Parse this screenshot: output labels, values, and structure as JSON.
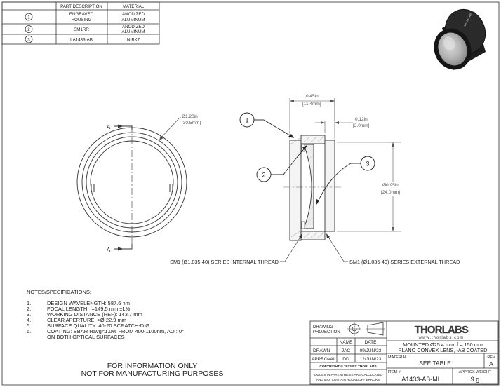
{
  "parts_table": {
    "headers": [
      "PART DESCRIPTION",
      "MATERIAL"
    ],
    "rows": [
      {
        "item": "1",
        "description": [
          "ENGRAVED",
          "HOUSING"
        ],
        "material": [
          "ANODIZED",
          "ALUMINUM"
        ]
      },
      {
        "item": "2",
        "description": [
          "SM1RR"
        ],
        "material": [
          "ANODIZED",
          "ALUMINUM"
        ]
      },
      {
        "item": "3",
        "description": [
          "LA1433-AB"
        ],
        "material": [
          "N-BK7"
        ]
      }
    ]
  },
  "front_view": {
    "section_label_top": "A",
    "section_label_bottom": "A",
    "diameter_in": "Ø1.20in",
    "diameter_mm": "[30.5mm]"
  },
  "section_view": {
    "length_in": "0.45in",
    "length_mm": "[11.4mm]",
    "thread_in": "0.12in",
    "thread_mm": "[3.0mm]",
    "aperture_in": "Ø0.95in",
    "aperture_mm": "[24.0mm]",
    "balloons": [
      "1",
      "2",
      "3"
    ],
    "internal_thread": "SM1 (Ø1.035-40) SERIES INTERNAL THREAD",
    "external_thread": "SM1 (Ø1.035-40) SERIES EXTERNAL THREAD"
  },
  "notes": {
    "heading": "NOTES/SPECIFICATIONS:",
    "items": [
      {
        "num": "1.",
        "text": "DESIGN WAVELENGTH: 587.6 nm"
      },
      {
        "num": "2.",
        "text": "FOCAL LENGTH: f=149.5 mm ±1%"
      },
      {
        "num": "3.",
        "text": "WORKING DISTANCE (REF): 143.7 mm"
      },
      {
        "num": "4.",
        "text": "CLEAR APERTURE: >Ø 22.9 mm"
      },
      {
        "num": "5.",
        "text": "SURFACE QUALITY: 40-20 SCRATCH-DIG"
      },
      {
        "num": "6.",
        "text": "COATING: BBAR Ravg<1.0% FROM 400-1100nm, AOI: 0°",
        "continuation": "ON BOTH OPTICAL SURFACES"
      }
    ]
  },
  "disclaimer": [
    "FOR INFORMATION ONLY",
    "NOT FOR MANUFACTURING PURPOSES"
  ],
  "title_block": {
    "projection_label": [
      "DRAWING",
      "PROJECTION"
    ],
    "name_header": "NAME",
    "date_header": "DATE",
    "drawn_label": "DRAWN",
    "drawn_name": "JAC",
    "drawn_date": "09/JUN/23",
    "approval_label": "APPROVAL",
    "approval_name": "DD",
    "approval_date": "12/JUN/23",
    "copyright": "COPYRIGHT © 2023 BY THORLABS",
    "values_note": [
      "VALUES IN PARENTHESIS ARE CALCULATED",
      "AND MAY CONTAIN ROUNDOFF ERRORS"
    ],
    "logo_text": "THORLABS",
    "website": "www.thorlabs.com",
    "description_lines": [
      "MOUNTED Ø25.4  mm, f = 150 mm",
      "PLANO CONVEX LENS, -AB COATED"
    ],
    "material_label": "MATERIAL",
    "material_value": "SEE TABLE",
    "rev_label": "REV",
    "rev_value": "A",
    "item_label": "ITEM #",
    "item_value": "LA1433-AB-ML",
    "weight_label": "APPROX WEIGHT",
    "weight_value": "9 g"
  }
}
